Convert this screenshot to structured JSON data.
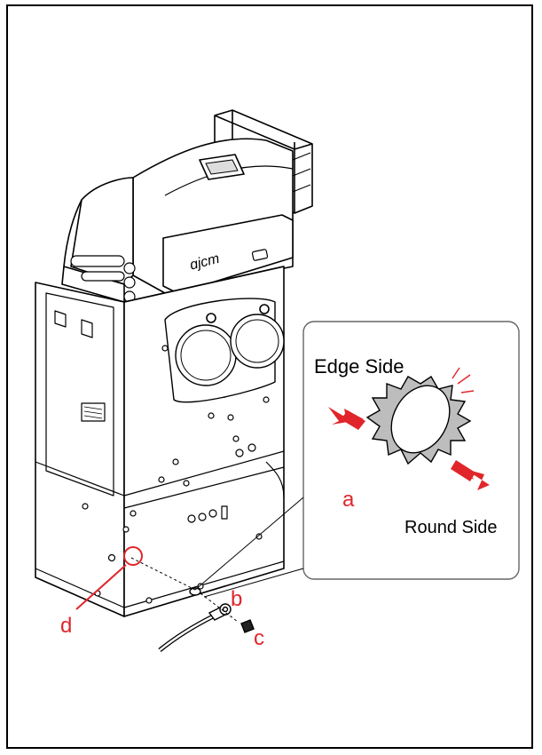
{
  "callouts": {
    "a": "a",
    "b": "b",
    "c": "c",
    "d": "d"
  },
  "inset": {
    "edge_side": "Edge Side",
    "round_side": "Round Side"
  },
  "colors": {
    "callout_red": "#e0262b",
    "line": "#000000"
  }
}
